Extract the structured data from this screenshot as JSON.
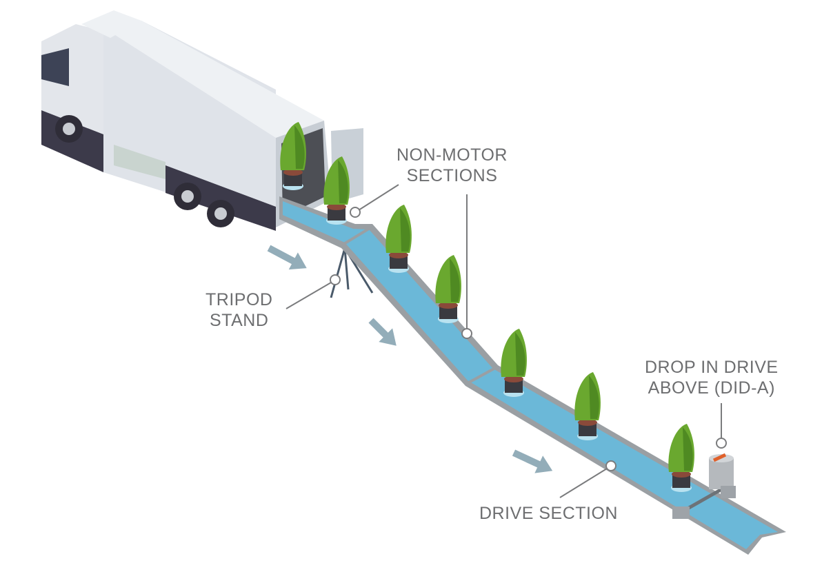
{
  "labels": {
    "non_motor": [
      "NON-MOTOR",
      "SECTIONS"
    ],
    "tripod": [
      "TRIPOD",
      "STAND"
    ],
    "did_a": [
      "DROP IN DRIVE",
      "ABOVE (DID-A)"
    ],
    "drive": "DRIVE SECTION"
  },
  "colors": {
    "conveyor": "#6bb8d8",
    "conveyor_edge": "#9a9fa3",
    "tree": "#6aa82f",
    "truck": "#e6e9ee",
    "arrow": "#93adb9",
    "callout": "#7a7b7d"
  }
}
